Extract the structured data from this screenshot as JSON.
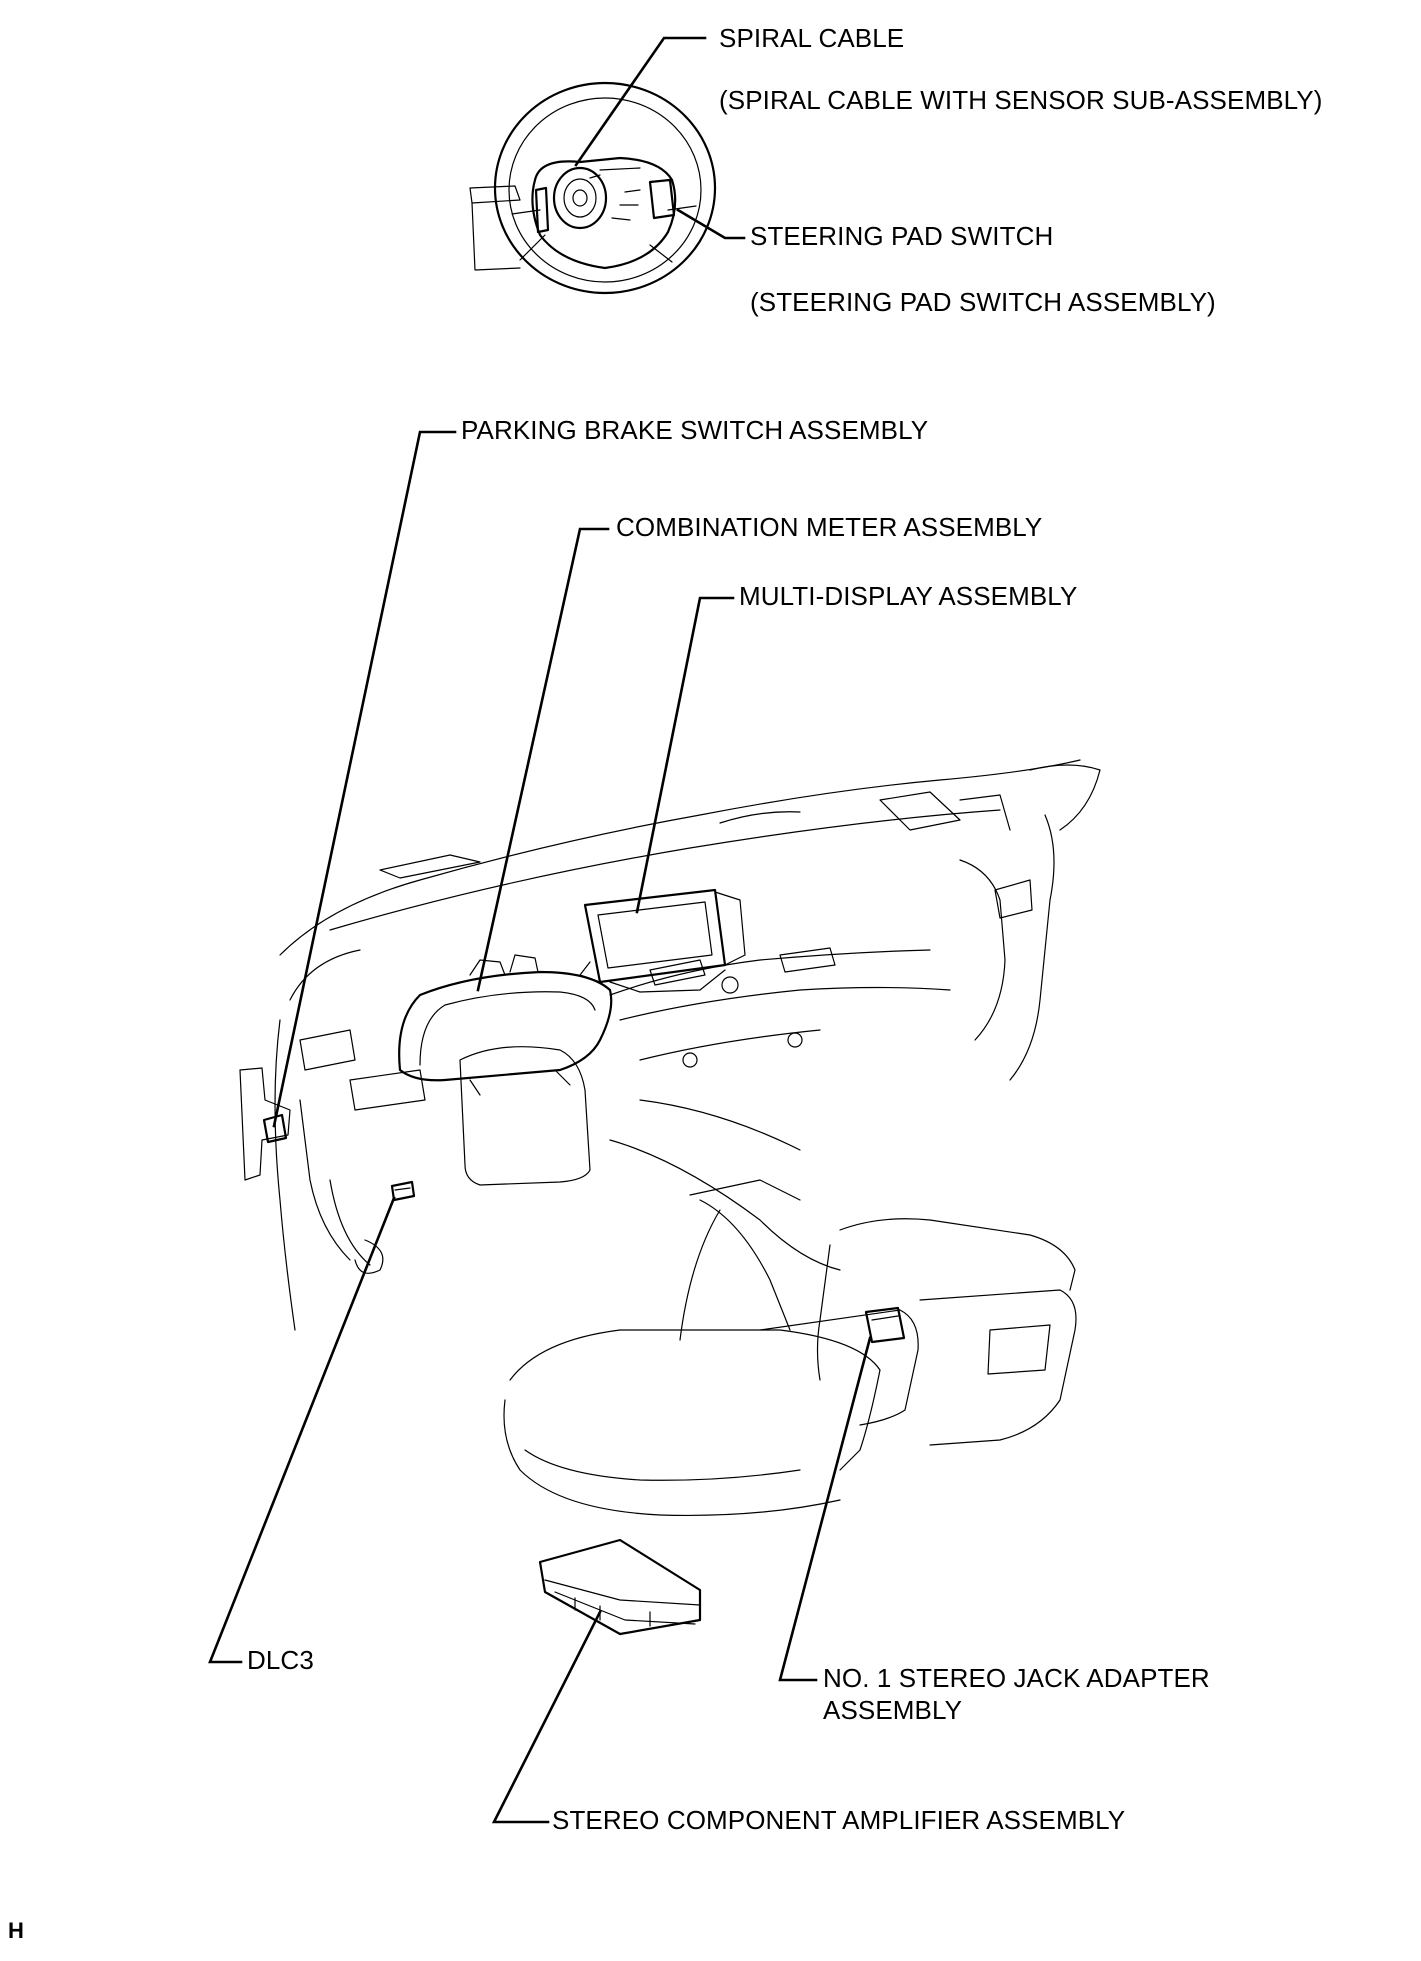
{
  "labels": {
    "spiral_cable": "SPIRAL CABLE",
    "spiral_cable_sub": "(SPIRAL CABLE WITH SENSOR SUB-ASSEMBLY)",
    "steering_pad_switch": "STEERING PAD SWITCH",
    "steering_pad_switch_sub": "(STEERING PAD SWITCH ASSEMBLY)",
    "parking_brake_switch": "PARKING BRAKE SWITCH ASSEMBLY",
    "combination_meter": "COMBINATION METER ASSEMBLY",
    "multi_display": "MULTI-DISPLAY ASSEMBLY",
    "dlc3": "DLC3",
    "stereo_jack_adapter_line1": "NO. 1 STEREO JACK ADAPTER",
    "stereo_jack_adapter_line2": "ASSEMBLY",
    "stereo_amplifier": "STEREO COMPONENT AMPLIFIER ASSEMBLY"
  },
  "corner_marker": "H"
}
